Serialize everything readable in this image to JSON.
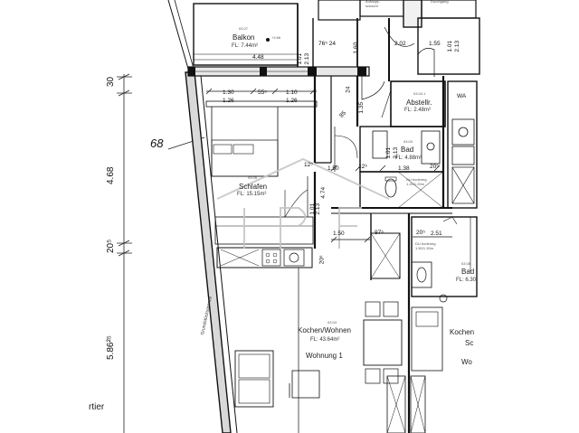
{
  "rooms": {
    "balkon": {
      "id": "03.07",
      "name": "Balkon",
      "area": "FL: 7.44m²",
      "level": "+3.66",
      "width": "4.48"
    },
    "abstellr": {
      "id": "03.04.1",
      "name": "Abstellr.",
      "area": "FL: 2.48m²"
    },
    "bad": {
      "id": "03.03",
      "name": "Bad",
      "area": "FL: 4.88m²"
    },
    "schlafen": {
      "id": "03.05",
      "name": "Schlafen",
      "area": "FL: 15.15m²"
    },
    "kochen": {
      "id": "03.04",
      "name": "Kochen/Wohnen",
      "area": "FL: 43.64m²"
    },
    "bad_right": {
      "id": "03.08",
      "name": "Bad",
      "area": "FL: 6.30"
    },
    "kochen_right": {
      "name": "Kochen",
      "name2": "Sc",
      "name3": "Wo"
    }
  },
  "apartment_label": "Wohnung 1",
  "partial_label": "rtier",
  "plot_number": "68",
  "boundary_label": "Grundstücksgrenze",
  "top_labels": {
    "top_left": "Aufzugs-",
    "top_left2": "schacht",
    "top_right": "Durchgang"
  },
  "du_1": {
    "line1": "DU bodeneg.",
    "line2": "1.20/1.20m"
  },
  "du_2": {
    "line1": "DU bodeneg.",
    "line2": "1.50/1.30m"
  },
  "wa_label": "WA",
  "dimensions": {
    "d_176_24": "76⁵ 24",
    "d_1_60": "1.60",
    "d_1_01a": "1.01",
    "d_2_13a": "2.13",
    "d_2_02": "2.02",
    "d_1_55": "1.55",
    "d_1_01b": "1.01",
    "d_2_13b": "2.13",
    "d_1_30": "1.30",
    "d_55": "55⁵",
    "d_1_10": "1.10",
    "d_1_26a": "1.26",
    "d_1_26b": "1.26",
    "d_24a": "24",
    "d_1_35": "1.35",
    "d_85": "85",
    "d_12a": "12⁵",
    "d_1_50a": "1.50",
    "d_12b": "12⁵",
    "d_1_38": "1.38",
    "d_20a": "20⁵",
    "d_1_01c": "1.01",
    "d_2_13c": "2.13",
    "d_4_74": "4.74",
    "d_1_01d": "1.01",
    "d_2_13d": "2.13",
    "d_1_50b": "1.50",
    "d_97": "97⁵",
    "d_20b": "20⁵",
    "d_2_51": "2.51",
    "d_20c": "20⁵"
  },
  "vertical_dims": {
    "v30": "30",
    "v468": "4.68",
    "v20": "20⁵",
    "v586": "5.86²⁵"
  }
}
